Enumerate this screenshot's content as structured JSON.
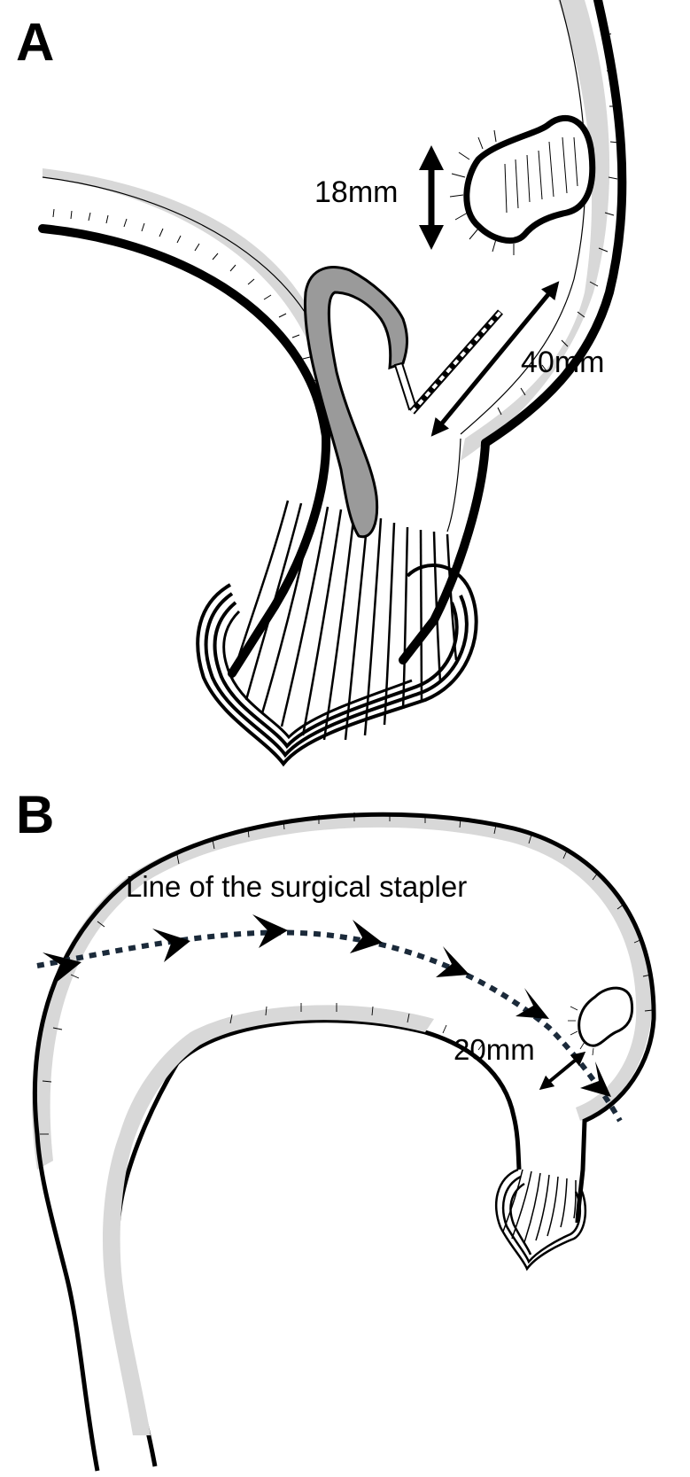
{
  "panel_a": {
    "letter": "A",
    "diverticulum_size_label": "18mm",
    "distance_label": "40mm"
  },
  "panel_b": {
    "letter": "B",
    "stapler_line_label": "Line of the surgical stapler",
    "distance_label": "20mm"
  },
  "colors": {
    "outline": "#000000",
    "wall_shade": "#d4d4d4",
    "mucosa_fold": "#9a9a9a",
    "stapler_line": "#1b2a3a"
  }
}
